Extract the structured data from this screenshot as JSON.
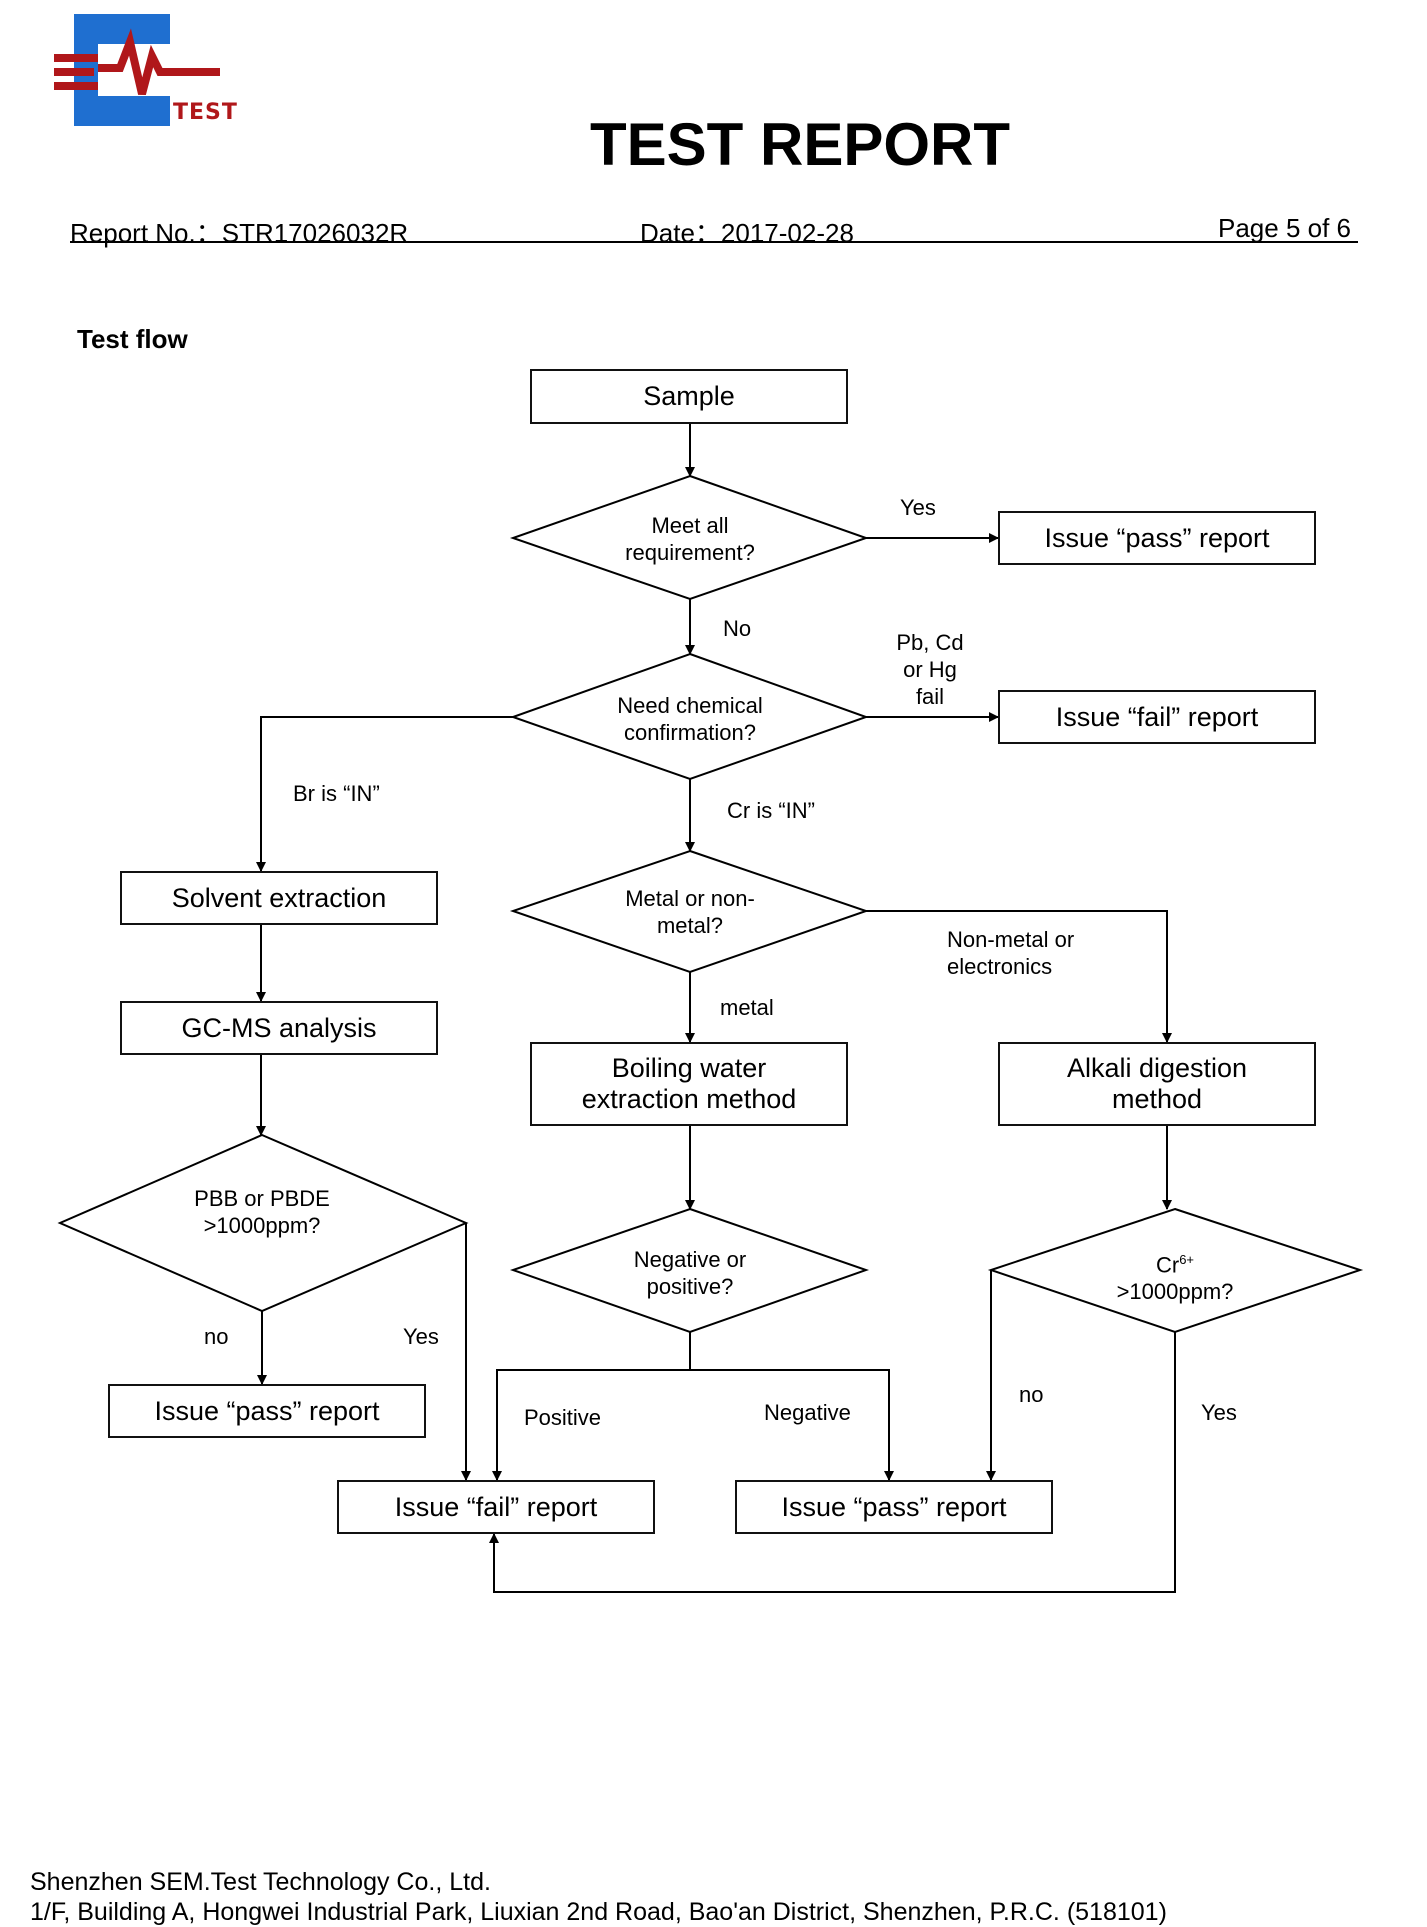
{
  "header": {
    "logo_text": "TEST",
    "title": "TEST REPORT",
    "report_no": "Report No.：STR17026032R",
    "date": "Date：2017-02-28",
    "page": "Page 5 of 6"
  },
  "section_title": "Test flow",
  "flow": {
    "sample": "Sample",
    "d_meet": "Meet all\nrequirement?",
    "yes1": "Yes",
    "pass_top": "Issue “pass” report",
    "no1": "No",
    "pbcdhg": "Pb, Cd\nor Hg\nfail",
    "d_need": "Need chemical\nconfirmation?",
    "fail_top": "Issue “fail” report",
    "br_in": "Br is “IN”",
    "cr_in": "Cr is “IN”",
    "solvent": "Solvent extraction",
    "d_metal": "Metal or non-\nmetal?",
    "nonmetal": "Non-metal or\nelectronics",
    "gcms": "GC-MS analysis",
    "metal": "metal",
    "boiling": "Boiling water\nextraction method",
    "alkali": "Alkali digestion\nmethod",
    "d_pbb": "PBB or PBDE\n>1000ppm?",
    "d_neg": "Negative or\npositive?",
    "d_cr_base": "Cr",
    "d_cr_sup": "6+",
    "d_cr_line2": ">1000ppm?",
    "no_left": "no",
    "yes_left": "Yes",
    "pass_left": "Issue “pass” report",
    "positive": "Positive",
    "negative": "Negative",
    "no_right": "no",
    "yes_right": "Yes",
    "fail_bottom": "Issue “fail” report",
    "pass_bottom": "Issue “pass” report"
  },
  "footer": {
    "line1": "Shenzhen SEM.Test Technology Co., Ltd.",
    "line2": "1/F, Building A, Hongwei Industrial Park, Liuxian 2nd Road, Bao'an District, Shenzhen, P.R.C. (518101)"
  },
  "colors": {
    "logo_blue": "#1f6fd0",
    "logo_red": "#b0171a"
  }
}
